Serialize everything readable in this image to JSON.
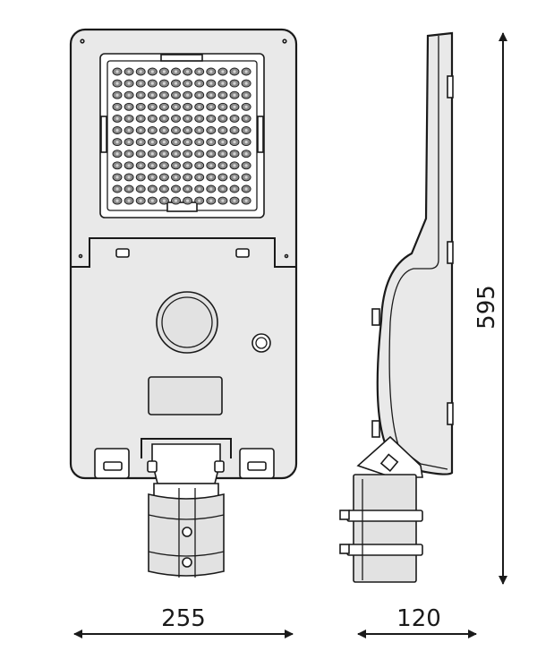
{
  "dimensions": {
    "width": "255",
    "depth": "120",
    "height": "595"
  },
  "colors": {
    "line": "#1a1a1a",
    "body_fill": "#e9e9e9",
    "background": "#ffffff"
  }
}
